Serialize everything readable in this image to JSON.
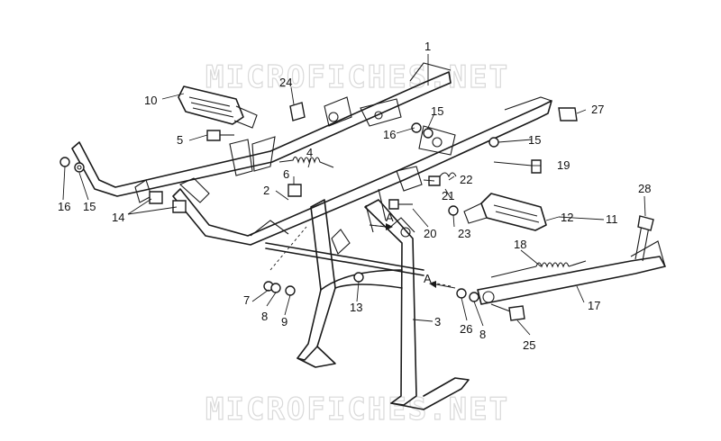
{
  "watermark": {
    "text": "MICROFICHES.NET"
  },
  "callouts": {
    "c1": "1",
    "c2": "2",
    "c3": "3",
    "c4": "4",
    "c5": "5",
    "c6": "6",
    "c7": "7",
    "c8a": "8",
    "c8b": "8",
    "c9": "9",
    "c10": "10",
    "c11": "11",
    "c12": "12",
    "c13": "13",
    "c14": "14",
    "c15a": "15",
    "c15b": "15",
    "c15c": "15",
    "c16a": "16",
    "c16b": "16",
    "c17": "17",
    "c18": "18",
    "c19": "19",
    "c20": "20",
    "c21": "21",
    "c22": "22",
    "c23": "23",
    "c24": "24",
    "c25": "25",
    "c26": "26",
    "c27": "27",
    "c28": "28"
  },
  "markers": {
    "a1": "A",
    "a2": "A"
  }
}
